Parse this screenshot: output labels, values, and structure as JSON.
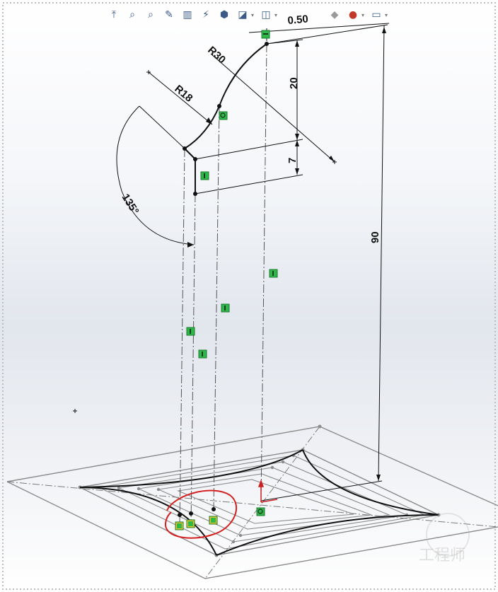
{
  "toolbar": {
    "icons": [
      "view-orientation-icon",
      "zoom-to-fit-icon",
      "zoom-to-area-icon",
      "previous-view-icon",
      "section-view-icon",
      "dynamic-annotation-icon",
      "view-orientation-cube-icon",
      "display-style-icon",
      "hide-show-items-icon",
      "edit-appearance-icon",
      "apply-scene-icon",
      "view-settings-icon"
    ]
  },
  "dimensions": {
    "thickness": "0.50",
    "radius_large": "R30",
    "radius_small": "R18",
    "height_upper": "20",
    "height_lower": "7",
    "height_total": "90",
    "angle": "135°"
  },
  "watermark": {
    "text": "工程师"
  },
  "colors": {
    "sketch_line": "#000000",
    "construction_line": "#555555",
    "plane_edge": "#8c8c8c",
    "relation_green": "#2fb84a",
    "highlight_red": "#d42020",
    "origin_red": "#cc1f1f"
  }
}
